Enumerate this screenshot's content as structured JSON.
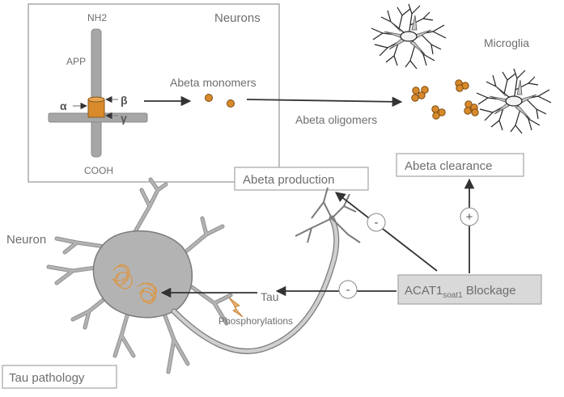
{
  "labels": {
    "neurons": "Neurons",
    "nh2": "NH2",
    "app": "APP",
    "alpha": "α",
    "beta": "β",
    "gamma": "γ",
    "cooh": "COOH",
    "abeta_monomers": "Abeta monomers",
    "abeta_oligomers": "Abeta oligomers",
    "microglia": "Microglia",
    "abeta_clearance": "Abeta clearance",
    "abeta_production": "Abeta production",
    "neuron": "Neuron",
    "tau": "Tau",
    "phosphorylations": "Phosphorylations",
    "tau_pathology": "Tau pathology",
    "acat1_main": "ACAT1",
    "acat1_sub": "soat1",
    "acat1_rest": " Blockage",
    "minus_production": "-",
    "plus_clearance": "+",
    "minus_tau": "-"
  },
  "colors": {
    "box_border": "#aaaaaa",
    "arrow": "#333333",
    "abeta": "#d98a2b",
    "neuron_fill": "#b3b3b3",
    "neuron_stroke": "#7a7a7a",
    "tangle": "#e0943a",
    "acat_fill": "#d9d9d9"
  }
}
